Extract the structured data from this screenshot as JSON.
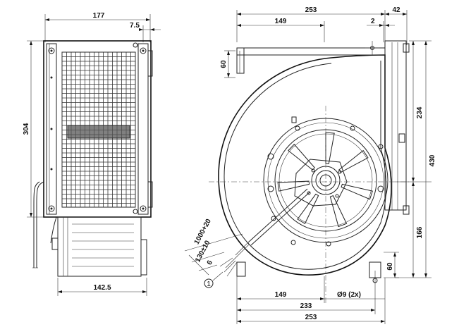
{
  "dimensions": {
    "side_width": "177",
    "side_offset": "7.5",
    "side_height": "304",
    "side_bottom": "142.5",
    "front_width_top": "253",
    "front_inner_top": "149",
    "front_gap": "2",
    "front_depth": "42",
    "front_left_tab": "60",
    "front_upper": "234",
    "front_total_height": "430",
    "front_lower": "166",
    "front_bottom_tab": "60",
    "bottom_149": "149",
    "bottom_233": "233",
    "bottom_253": "253",
    "hole_spec": "Ø9 (2x)",
    "cable_length": "1000+20",
    "cable_130": "130±10",
    "cable_6": "6",
    "callout": "1"
  }
}
